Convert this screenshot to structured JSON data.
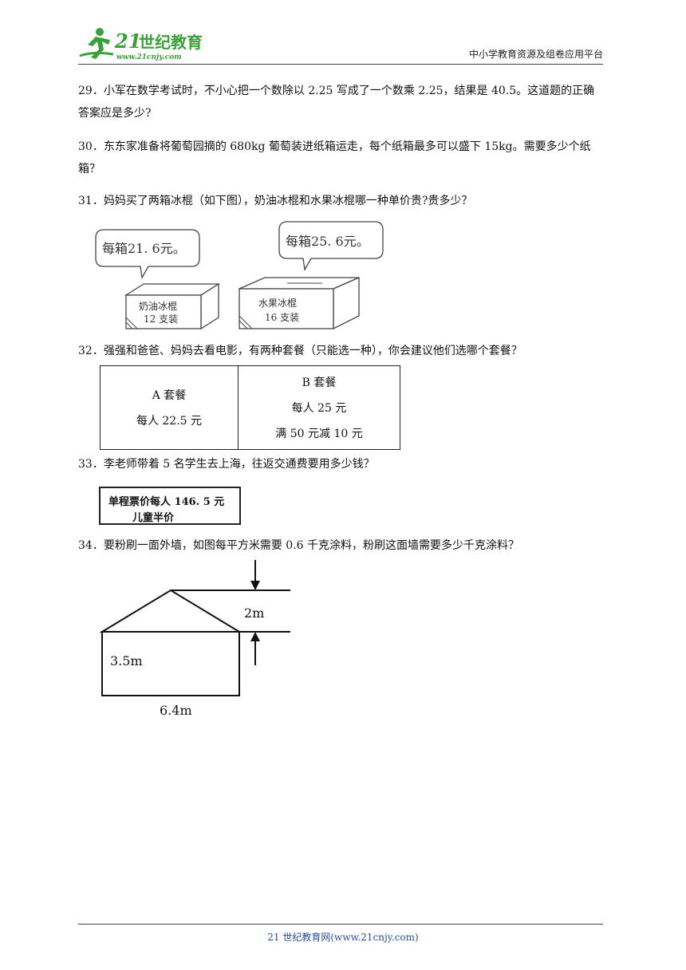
{
  "header": {
    "logo_number": "21",
    "logo_text": "世纪教育",
    "logo_url": "www.21cnjy.com",
    "platform": "中小学教育资源及组卷应用平台"
  },
  "questions": {
    "q29": "29．小军在数学考试时，不小心把一个数除以 2.25 写成了一个数乘 2.25，结果是 40.5。这道题的正确答案应是多少?",
    "q30": "30．东东家准备将葡萄园摘的 680kg 葡萄装进纸箱运走，每个纸箱最多可以盛下 15kg。需要多少个纸箱？",
    "q31": "31．妈妈买了两箱冰棍（如下图），奶油冰棍和水果冰棍哪一种单价贵?贵多少？",
    "q32": "32．强强和爸爸、妈妈去看电影，有两种套餐（只能选一种），你会建议他们选哪个套餐？",
    "q33": "33．李老师带着 5 名学生去上海，往返交通费要用多少钱？",
    "q34": "34．要粉刷一面外墙，如图每平方米需要 0.6 千克涂料，粉刷这面墙需要多少千克涂料？"
  },
  "icebox": {
    "bubble1": "每箱21. 6元。",
    "bubble2": "每箱25. 6元。",
    "box1_name": "奶油冰棍",
    "box1_count": "12 支装",
    "box2_name": "水果冰棍",
    "box2_count": "16 支装"
  },
  "packages": {
    "a_title": "A 套餐",
    "a_line1": "每人 22.5 元",
    "b_title": "B 套餐",
    "b_line1": "每人 25 元",
    "b_line2": "满 50 元减 10 元"
  },
  "ticket": {
    "line1": "单程票价每人 146. 5 元",
    "line2": "儿童半价"
  },
  "wall": {
    "height_label": "2m",
    "side_label": "3.5m",
    "width_label": "6.4m"
  },
  "footer": {
    "text": "21 世纪教育网(www.21cnjy.com)"
  }
}
